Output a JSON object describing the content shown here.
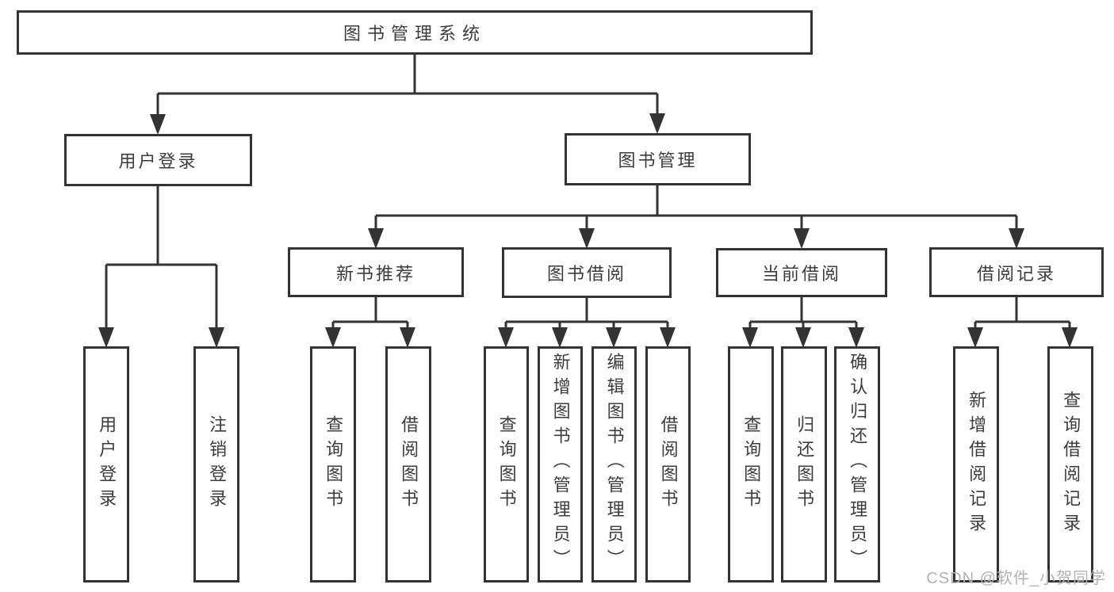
{
  "colors": {
    "line": "#333333",
    "text": "#3c3c3c",
    "box_background": "#ffffff",
    "page_background": "#ffffff",
    "watermark": "#b2b2b2"
  },
  "watermark": {
    "text": "CSDN @软件_小贺同学"
  },
  "tree": {
    "root": {
      "label": "图书管理系统"
    },
    "branches": [
      {
        "label": "用户登录",
        "children": [
          {
            "label": "用户登录"
          },
          {
            "label": "注销登录"
          }
        ]
      },
      {
        "label": "图书管理",
        "children": [
          {
            "label": "新书推荐",
            "children": [
              {
                "label": "查询图书"
              },
              {
                "label": "借阅图书"
              }
            ]
          },
          {
            "label": "图书借阅",
            "children": [
              {
                "label": "查询图书"
              },
              {
                "label": "新增图书（管理员）"
              },
              {
                "label": "编辑图书（管理员）"
              },
              {
                "label": "借阅图书"
              }
            ]
          },
          {
            "label": "当前借阅",
            "children": [
              {
                "label": "查询图书"
              },
              {
                "label": "归还图书"
              },
              {
                "label": "确认归还（管理员）"
              }
            ]
          },
          {
            "label": "借阅记录",
            "children": [
              {
                "label": "新增借阅记录"
              },
              {
                "label": "查询借阅记录"
              }
            ]
          }
        ]
      }
    ]
  }
}
